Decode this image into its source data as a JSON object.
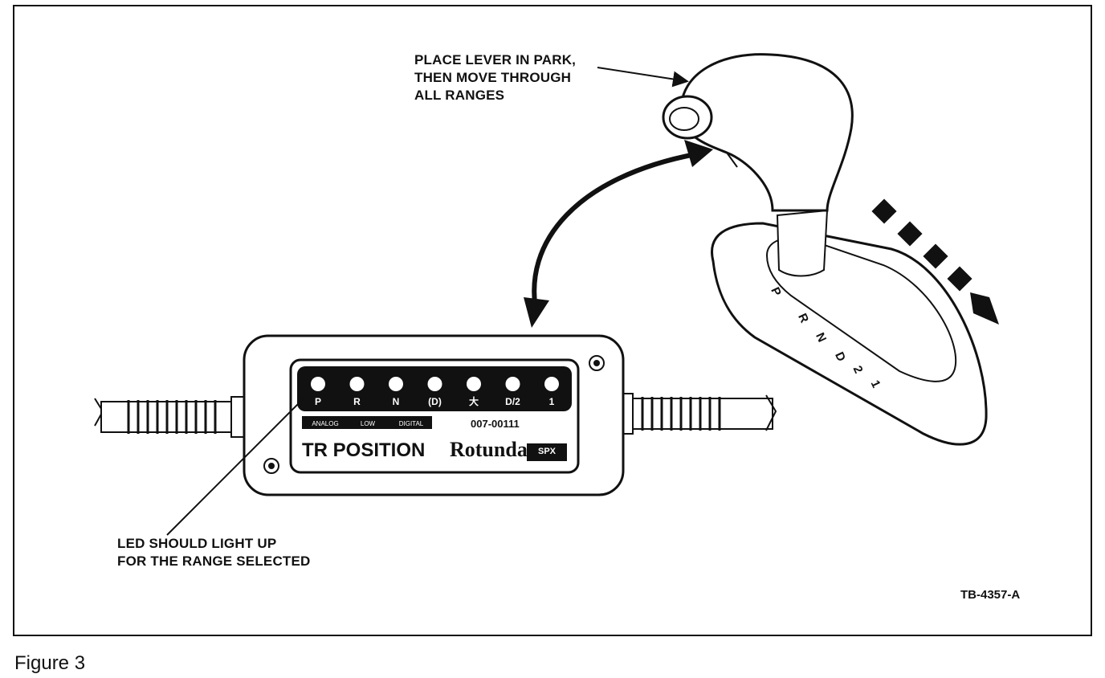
{
  "callouts": {
    "lever": [
      "PLACE LEVER IN PARK,",
      "THEN MOVE THROUGH",
      "ALL RANGES"
    ],
    "led": [
      "LED SHOULD LIGHT UP",
      "FOR THE RANGE SELECTED"
    ]
  },
  "tester": {
    "leds": [
      "P",
      "R",
      "N",
      "(D)",
      "大",
      "D/2",
      "1"
    ],
    "small_labels": [
      "ANALOG",
      "LOW",
      "DIGITAL"
    ],
    "part_number": "007-00111",
    "title": "TR POSITION",
    "brand": "Rotunda",
    "brand_badge": "SPX"
  },
  "shifter": {
    "gates": [
      "P",
      "R",
      "N",
      "D",
      "2",
      "1"
    ]
  },
  "figure_ref": "TB-4357-A",
  "caption": "Figure 3"
}
